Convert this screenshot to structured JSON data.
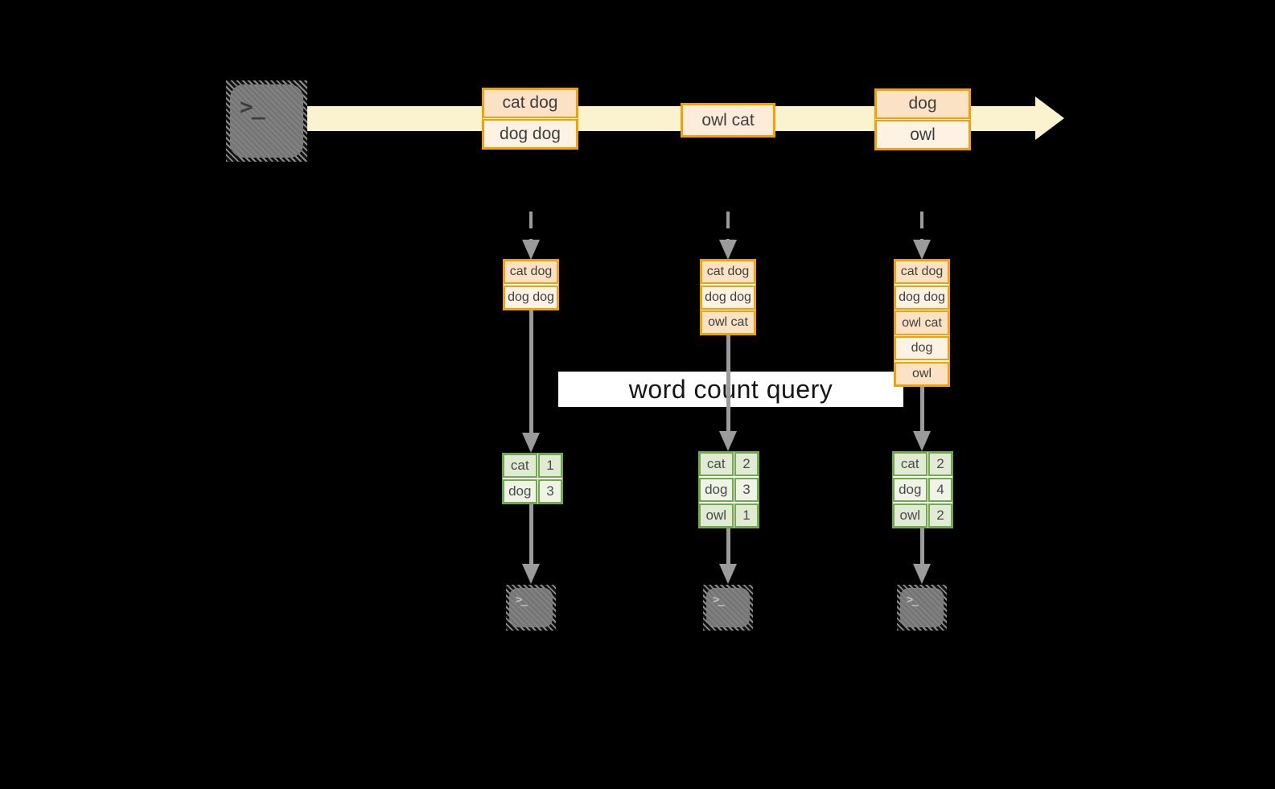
{
  "query_label": "word count query",
  "icons": {
    "prompt_glyph": ">_"
  },
  "stream": {
    "batches": [
      {
        "events": [
          "cat dog",
          "dog dog"
        ]
      },
      {
        "events": [
          "owl cat"
        ]
      },
      {
        "events": [
          "dog",
          "owl"
        ]
      }
    ]
  },
  "states": [
    {
      "events": [
        "cat dog",
        "dog dog"
      ]
    },
    {
      "events": [
        "cat dog",
        "dog dog",
        "owl cat"
      ]
    },
    {
      "events": [
        "cat dog",
        "dog dog",
        "owl cat",
        "dog",
        "owl"
      ]
    }
  ],
  "results": [
    {
      "rows": [
        [
          "cat",
          "1"
        ],
        [
          "dog",
          "3"
        ]
      ]
    },
    {
      "rows": [
        [
          "cat",
          "2"
        ],
        [
          "dog",
          "3"
        ],
        [
          "owl",
          "1"
        ]
      ]
    },
    {
      "rows": [
        [
          "cat",
          "2"
        ],
        [
          "dog",
          "4"
        ],
        [
          "owl",
          "2"
        ]
      ]
    }
  ],
  "colors": {
    "background": "#000000",
    "stream_band": "#fbf2d0",
    "event_border": "#f2a202",
    "event_fill_a": "#fbe2c4",
    "event_fill_b": "#fdf2e3",
    "event_fill_single": "#fcecd9",
    "table_border": "#6faa4b",
    "table_fill_a": "#e1ead3",
    "table_fill_b": "#eff4e7",
    "arrow_gray": "#9b9b9b",
    "query_label_bg": "#ffffff",
    "terminal_gray": "#7c7c7c",
    "terminal_glyph_dark": "#3d3d3d",
    "terminal_glyph_light": "#c4c4c4"
  }
}
